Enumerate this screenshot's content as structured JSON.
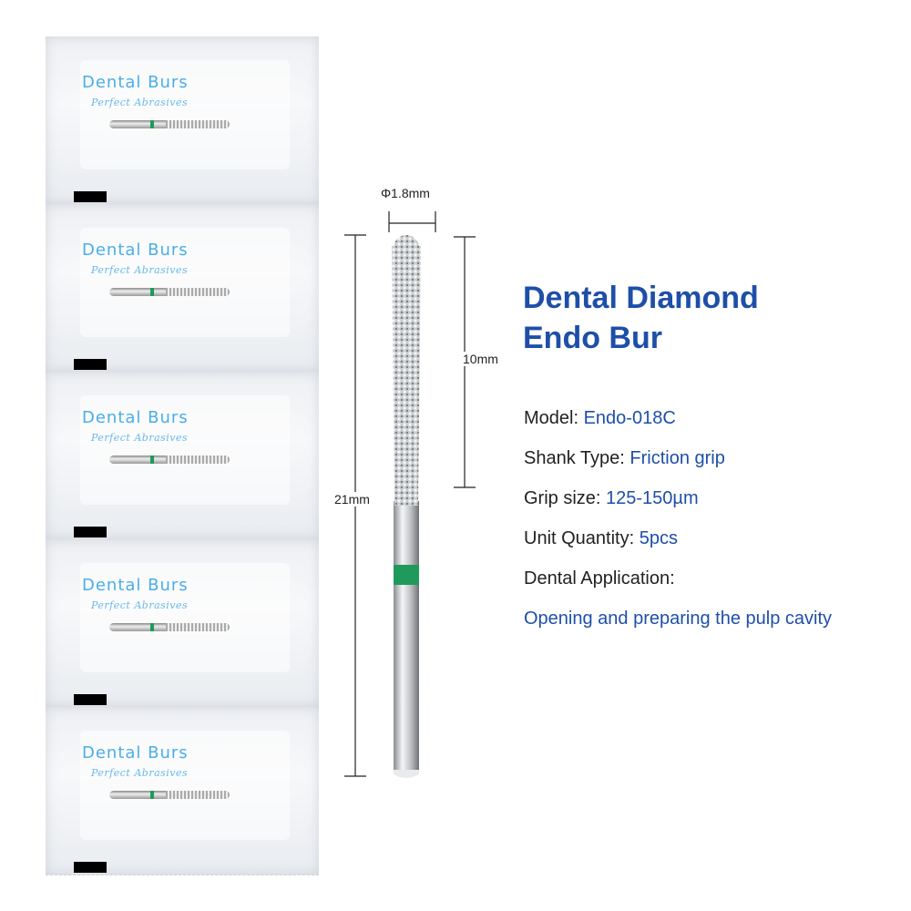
{
  "packets": [
    {
      "title": "Dental Burs",
      "subtitle": "Perfect Abrasives"
    },
    {
      "title": "Dental Burs",
      "subtitle": "Perfect Abrasives"
    },
    {
      "title": "Dental Burs",
      "subtitle": "Perfect Abrasives"
    },
    {
      "title": "Dental Burs",
      "subtitle": "Perfect Abrasives"
    },
    {
      "title": "Dental Burs",
      "subtitle": "Perfect Abrasives"
    }
  ],
  "dimensions": {
    "diameter": "Φ1.8mm",
    "total_length": "21mm",
    "head_length": "10mm"
  },
  "product": {
    "title_line1": "Dental Diamond",
    "title_line2": "Endo Bur",
    "specs": [
      {
        "label": "Model: ",
        "value": "Endo-018C"
      },
      {
        "label": "Shank Type: ",
        "value": "Friction grip"
      },
      {
        "label": "Grip size: ",
        "value": "125-150µm"
      },
      {
        "label": "Unit Quantity: ",
        "value": "5pcs"
      },
      {
        "label": "Dental Application:",
        "value": ""
      }
    ],
    "application": "Opening and preparing the pulp cavity"
  },
  "colors": {
    "brand": "#1e4fa8",
    "band": "#1f9a5a",
    "packet_text": "#4aaee6"
  }
}
